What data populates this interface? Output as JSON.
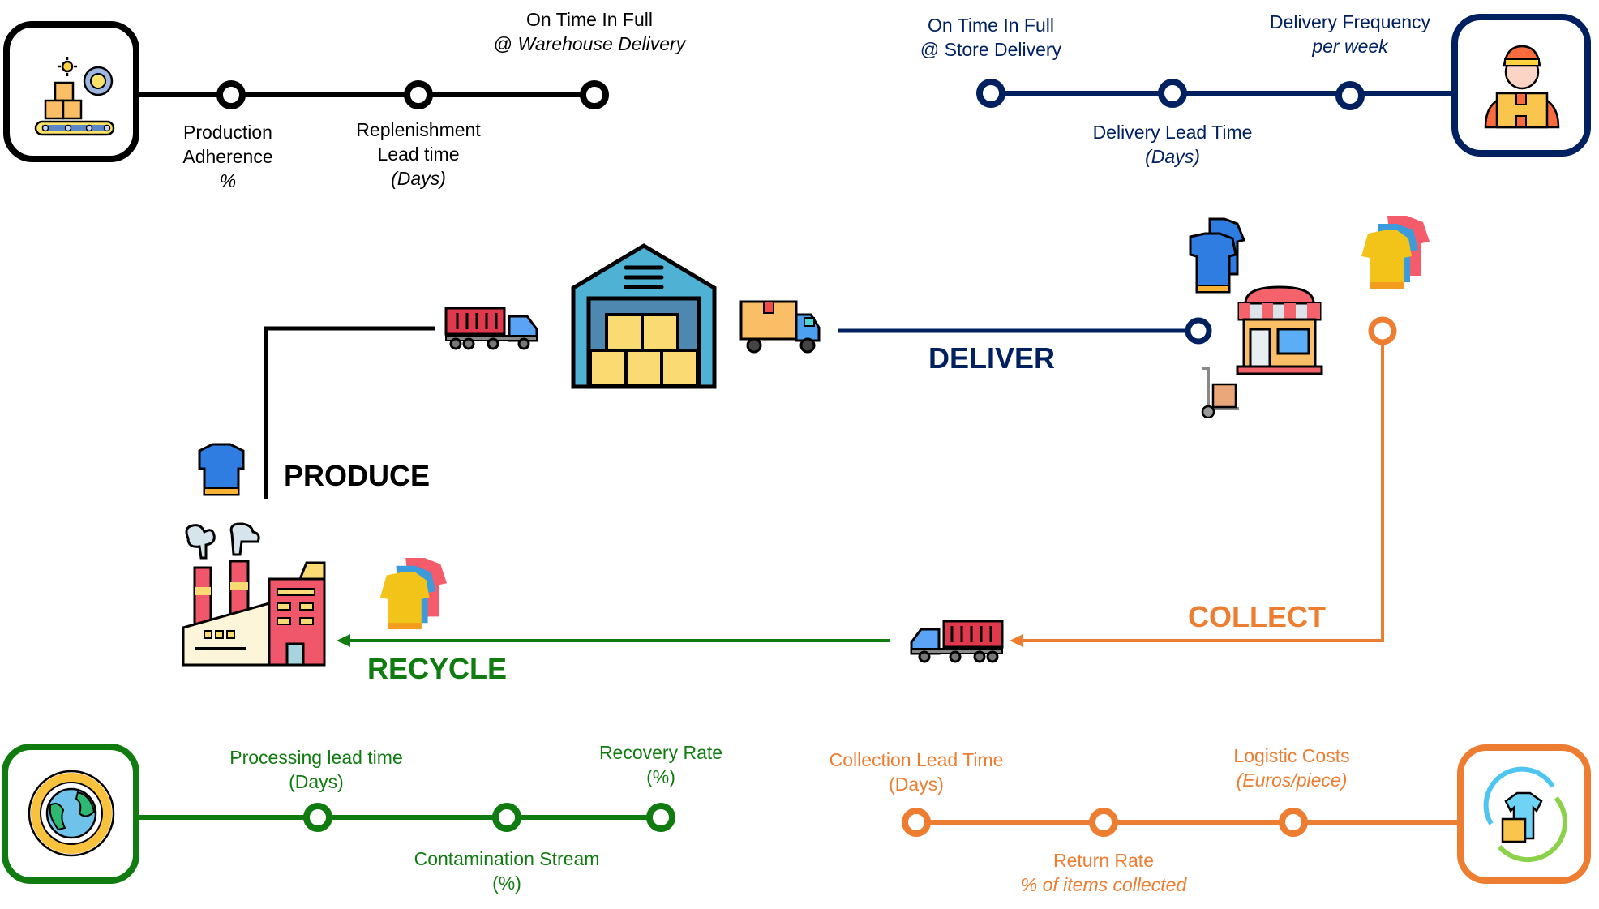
{
  "colors": {
    "produce": "#000000",
    "deliver": "#002060",
    "collect": "#ED7D31",
    "recycle": "#107C10"
  },
  "stages": {
    "produce": "PRODUCE",
    "deliver": "DELIVER",
    "collect": "COLLECT",
    "recycle": "RECYCLE"
  },
  "kpi_groups": {
    "production": {
      "icon": "conveyor-belt-production-icon",
      "kpis": [
        {
          "line1": "Production",
          "line2": "Adherence",
          "line3": "%"
        },
        {
          "line1": "Replenishment",
          "line2": "Lead time",
          "line3": "(Days)"
        },
        {
          "line1": "On Time In Full",
          "line2_prefix": "@ ",
          "line2": "Warehouse Delivery"
        }
      ]
    },
    "delivery": {
      "icon": "delivery-man-icon",
      "kpis": [
        {
          "line1": "On Time In Full",
          "line2": "@ Store Delivery"
        },
        {
          "line1": "Delivery Lead Time",
          "line2": "(Days)"
        },
        {
          "line1": "Delivery Frequency",
          "line2": "per week"
        }
      ]
    },
    "recycling": {
      "icon": "globe-recycle-icon",
      "kpis": [
        {
          "line1": "Processing lead time",
          "line2": "(Days)"
        },
        {
          "line1": "Contamination Stream",
          "line2": "(%)"
        },
        {
          "line1": "Recovery Rate",
          "line2": "(%)"
        }
      ]
    },
    "collection": {
      "icon": "clothing-return-cycle-icon",
      "kpis": [
        {
          "line1": "Collection Lead Time",
          "line2": "(Days)"
        },
        {
          "line1": "Return Rate",
          "line2": "% of items collected"
        },
        {
          "line1": "Logistic Costs",
          "line2": "(Euros/piece)"
        }
      ]
    }
  }
}
